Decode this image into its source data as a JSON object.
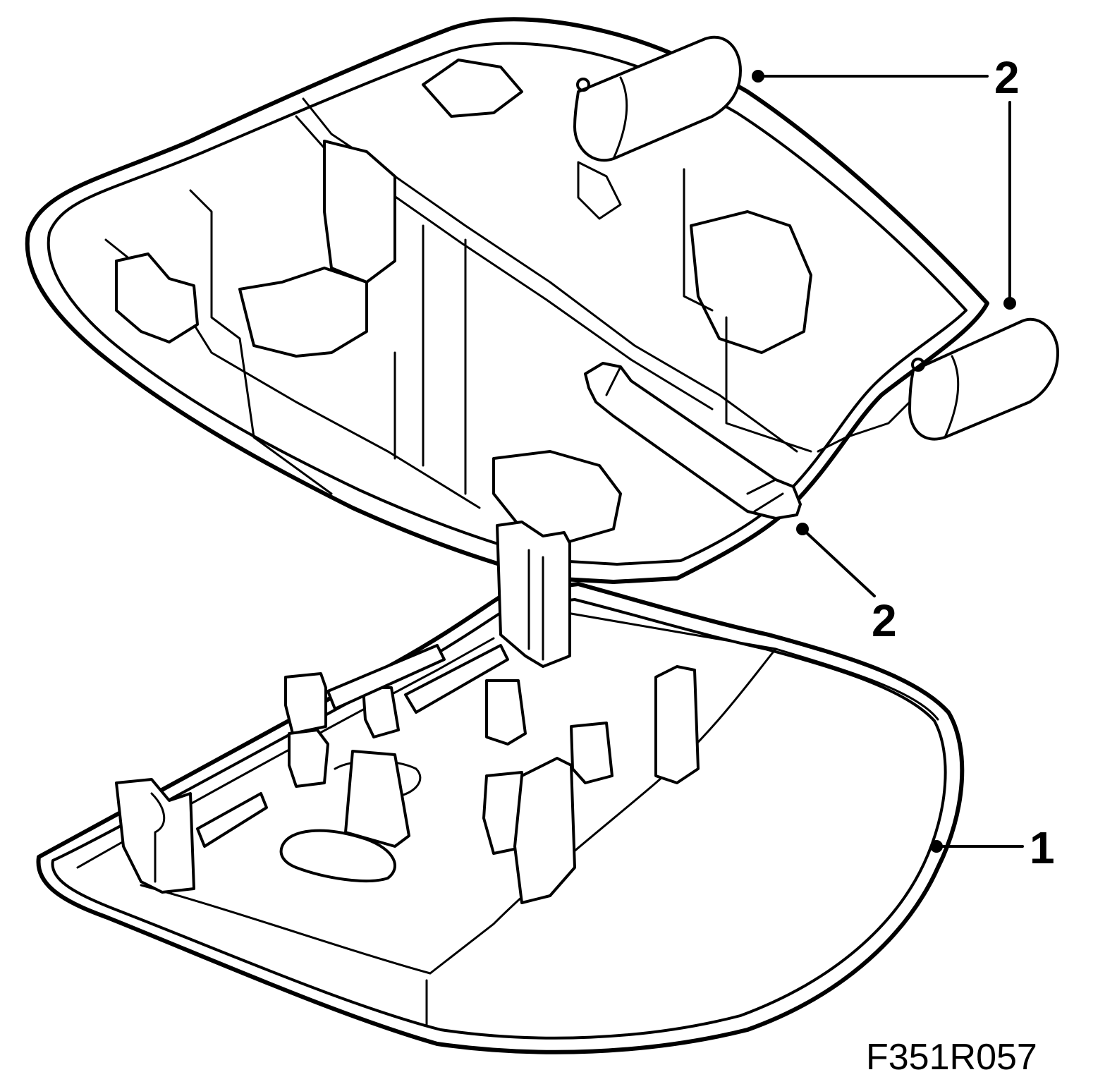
{
  "callouts": {
    "bulb_top_right": "2",
    "bulb_right": "2",
    "bulb_center": "2",
    "lens_cover": "1"
  },
  "figure_code": "F351R057"
}
